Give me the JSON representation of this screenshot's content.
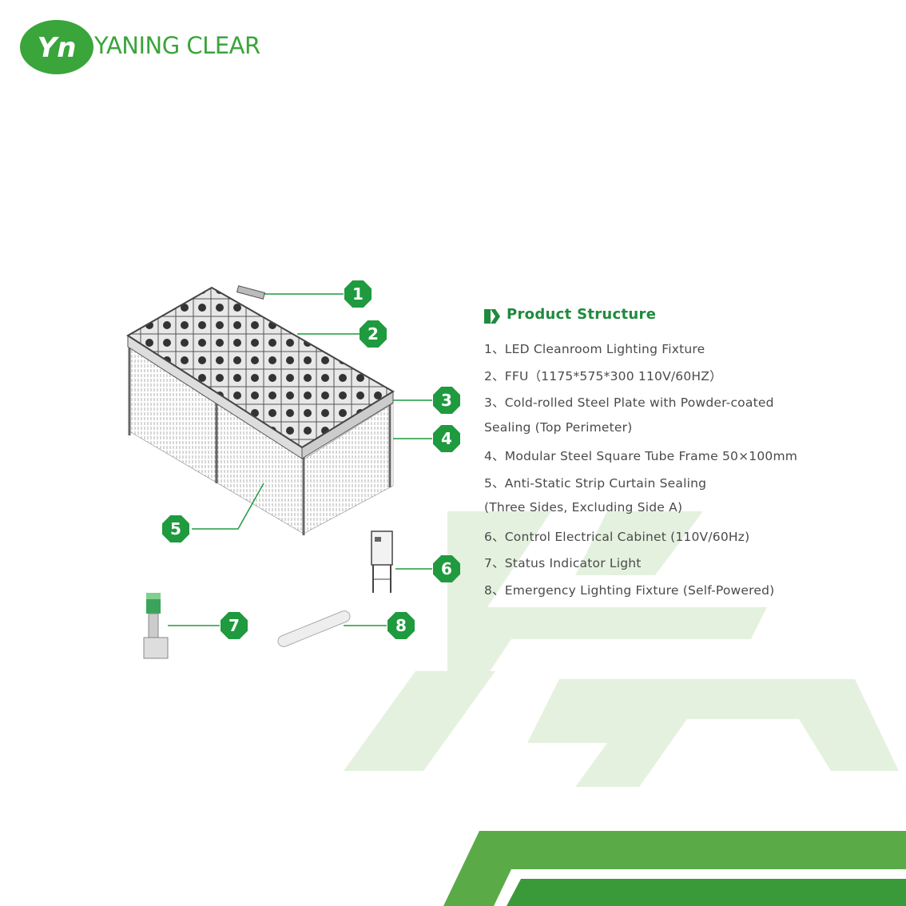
{
  "brand": {
    "name": "YANING CLEAR",
    "logo_mark": "Yn",
    "color": "#3aa53a"
  },
  "section": {
    "title": "Product Structure",
    "accent": "#1f8a3d"
  },
  "items": [
    "1、LED Cleanroom Lighting Fixture",
    "2、FFU（1175*575*300  110V/60HZ）",
    "3、Cold-rolled Steel Plate with Powder-coated",
    "Sealing (Top Perimeter)",
    "4、Modular Steel Square Tube Frame 50×100mm",
    "5、Anti-Static Strip Curtain Sealing",
    "(Three Sides, Excluding Side A)",
    "6、Control Electrical Cabinet (110V/60Hz)",
    "7、Status Indicator Light",
    "8、Emergency Lighting Fixture (Self-Powered)"
  ],
  "callouts": [
    "1",
    "2",
    "3",
    "4",
    "5",
    "6",
    "7",
    "8"
  ]
}
